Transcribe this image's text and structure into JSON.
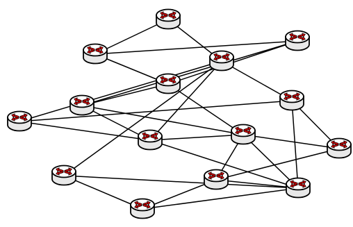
{
  "diagram": {
    "node_icon": "router-icon",
    "colors": {
      "background": "#ffffff",
      "link": "#000000",
      "router_side": "#e8e8e8",
      "router_top": "#ffffff",
      "router_outline": "#000000",
      "arrow": "#cc0000"
    },
    "nodes": [
      {
        "id": "r1"
      },
      {
        "id": "r2"
      },
      {
        "id": "r3"
      },
      {
        "id": "r4"
      },
      {
        "id": "r5"
      },
      {
        "id": "r6"
      },
      {
        "id": "r7"
      },
      {
        "id": "r8"
      },
      {
        "id": "r9"
      },
      {
        "id": "r10"
      },
      {
        "id": "r11"
      },
      {
        "id": "r12"
      },
      {
        "id": "r13"
      },
      {
        "id": "r14"
      },
      {
        "id": "r15"
      }
    ],
    "links": [
      [
        "r1",
        "r4"
      ],
      [
        "r1",
        "r2"
      ],
      [
        "r2",
        "r5"
      ],
      [
        "r2",
        "r3"
      ],
      [
        "r3",
        "r5"
      ],
      [
        "r3",
        "r6"
      ],
      [
        "r4",
        "r8"
      ],
      [
        "r4",
        "r12"
      ],
      [
        "r4",
        "r7"
      ],
      [
        "r4",
        "r9"
      ],
      [
        "r5",
        "r6"
      ],
      [
        "r5",
        "r10"
      ],
      [
        "r6",
        "r9"
      ],
      [
        "r6",
        "r10"
      ],
      [
        "r7",
        "r8"
      ],
      [
        "r7",
        "r9"
      ],
      [
        "r8",
        "r11"
      ],
      [
        "r8",
        "r14"
      ],
      [
        "r9",
        "r10"
      ],
      [
        "r9",
        "r14"
      ],
      [
        "r10",
        "r11"
      ],
      [
        "r10",
        "r13"
      ],
      [
        "r10",
        "r14"
      ],
      [
        "r11",
        "r13"
      ],
      [
        "r12",
        "r14"
      ],
      [
        "r12",
        "r15"
      ],
      [
        "r13",
        "r14"
      ],
      [
        "r14",
        "r15"
      ],
      [
        "r13",
        "r15"
      ]
    ]
  }
}
